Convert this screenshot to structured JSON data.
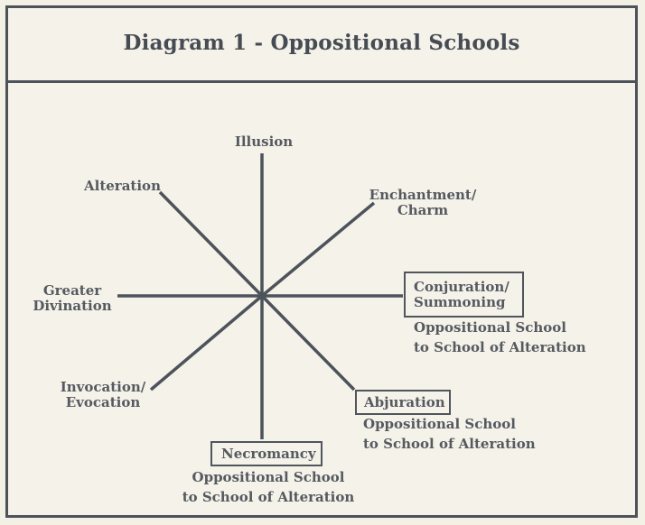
{
  "title": "Diagram 1 - Oppositional Schools",
  "schools": {
    "illusion": "Illusion",
    "alteration": "Alteration",
    "enchantment_line1": "Enchantment/",
    "enchantment_line2": "Charm",
    "greater_divination_line1": "Greater",
    "greater_divination_line2": "Divination",
    "conjuration_line1": "Conjuration/",
    "conjuration_line2": "Summoning",
    "invocation_line1": "Invocation/",
    "invocation_line2": "Evocation",
    "abjuration": "Abjuration",
    "necromancy": "Necromancy"
  },
  "notes": {
    "conjuration_line1": "Oppositional School",
    "conjuration_line2": "to School of Alteration",
    "abjuration_line1": "Oppositional School",
    "abjuration_line2": "to School of Alteration",
    "necromancy_line1": "Oppositional School",
    "necromancy_line2": "to School of Alteration"
  },
  "colors": {
    "line": "#4d535a",
    "paper": "#f5f2e9"
  }
}
